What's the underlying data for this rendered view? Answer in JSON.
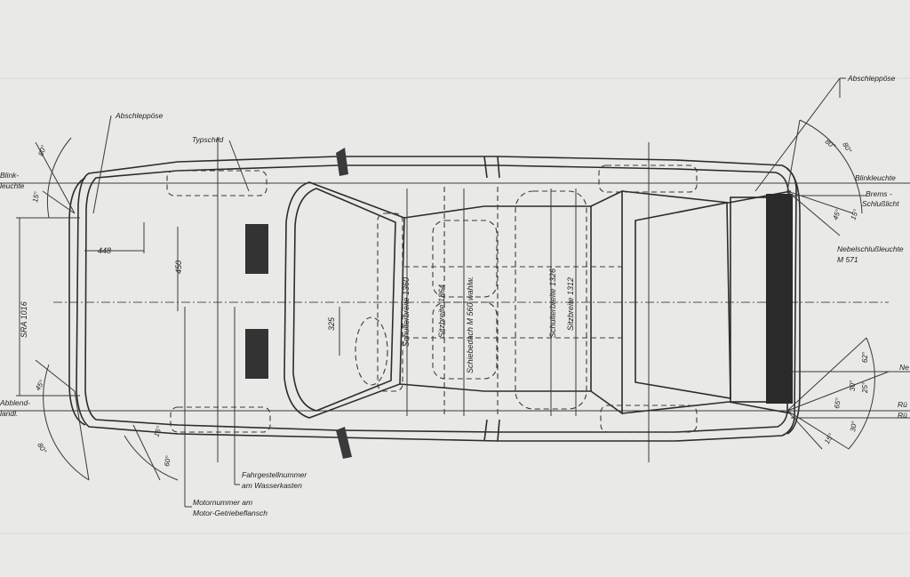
{
  "labels": {
    "abschleppose_left": "Abschleppöse",
    "abschleppose_right": "Abschleppöse",
    "typschild": "Typschild",
    "blink_left_1": "Blink-",
    "blink_left_2": "leuchte",
    "blinkleuchte_right": "Blinkleuchte",
    "brems_1": "Brems -",
    "brems_2": "Schlußlicht",
    "nebel_1": "Nebelschlußleuchte",
    "nebel_2": "M 571",
    "abblend_1": "Abblend-",
    "abblend_2": "landl.",
    "fahrgestell_1": "Fahrgestellnummer",
    "fahrgestell_2": "am Wasserkasten",
    "motor_1": "Motornummer am",
    "motor_2": "Motor-Getriebeflansch",
    "edge_ne": "Ne",
    "edge_ru1": "Rü",
    "edge_ru2": "Rü"
  },
  "dimensions": {
    "d448": "448",
    "d450": "450",
    "d325": "325",
    "sra": "SRA 1016",
    "schulter_front": "Schulterbreite 1360",
    "sitz_front": "Sitzbreite 1364",
    "schiebedach": "Schiebedach M 560 wahlw.",
    "schulter_rear": "Schulterbreite 1326",
    "sitz_rear": "Sitzbreite 1312"
  },
  "angles": {
    "a80_front_top": "80°",
    "a15_front_top": "15°",
    "a45_front_bottom": "45°",
    "a80_front_bottom": "80°",
    "a15_front_bottom": "15°",
    "a60_front_bottom": "60°",
    "a80_rear_1": "80°",
    "a80_rear_2": "80°",
    "a45_rear_1": "45°",
    "a15_rear_1": "15°",
    "a62": "62°",
    "a30_1": "30°",
    "a25": "25°",
    "a65": "65°",
    "a15_rear_2": "15°",
    "a30_2": "30°"
  }
}
